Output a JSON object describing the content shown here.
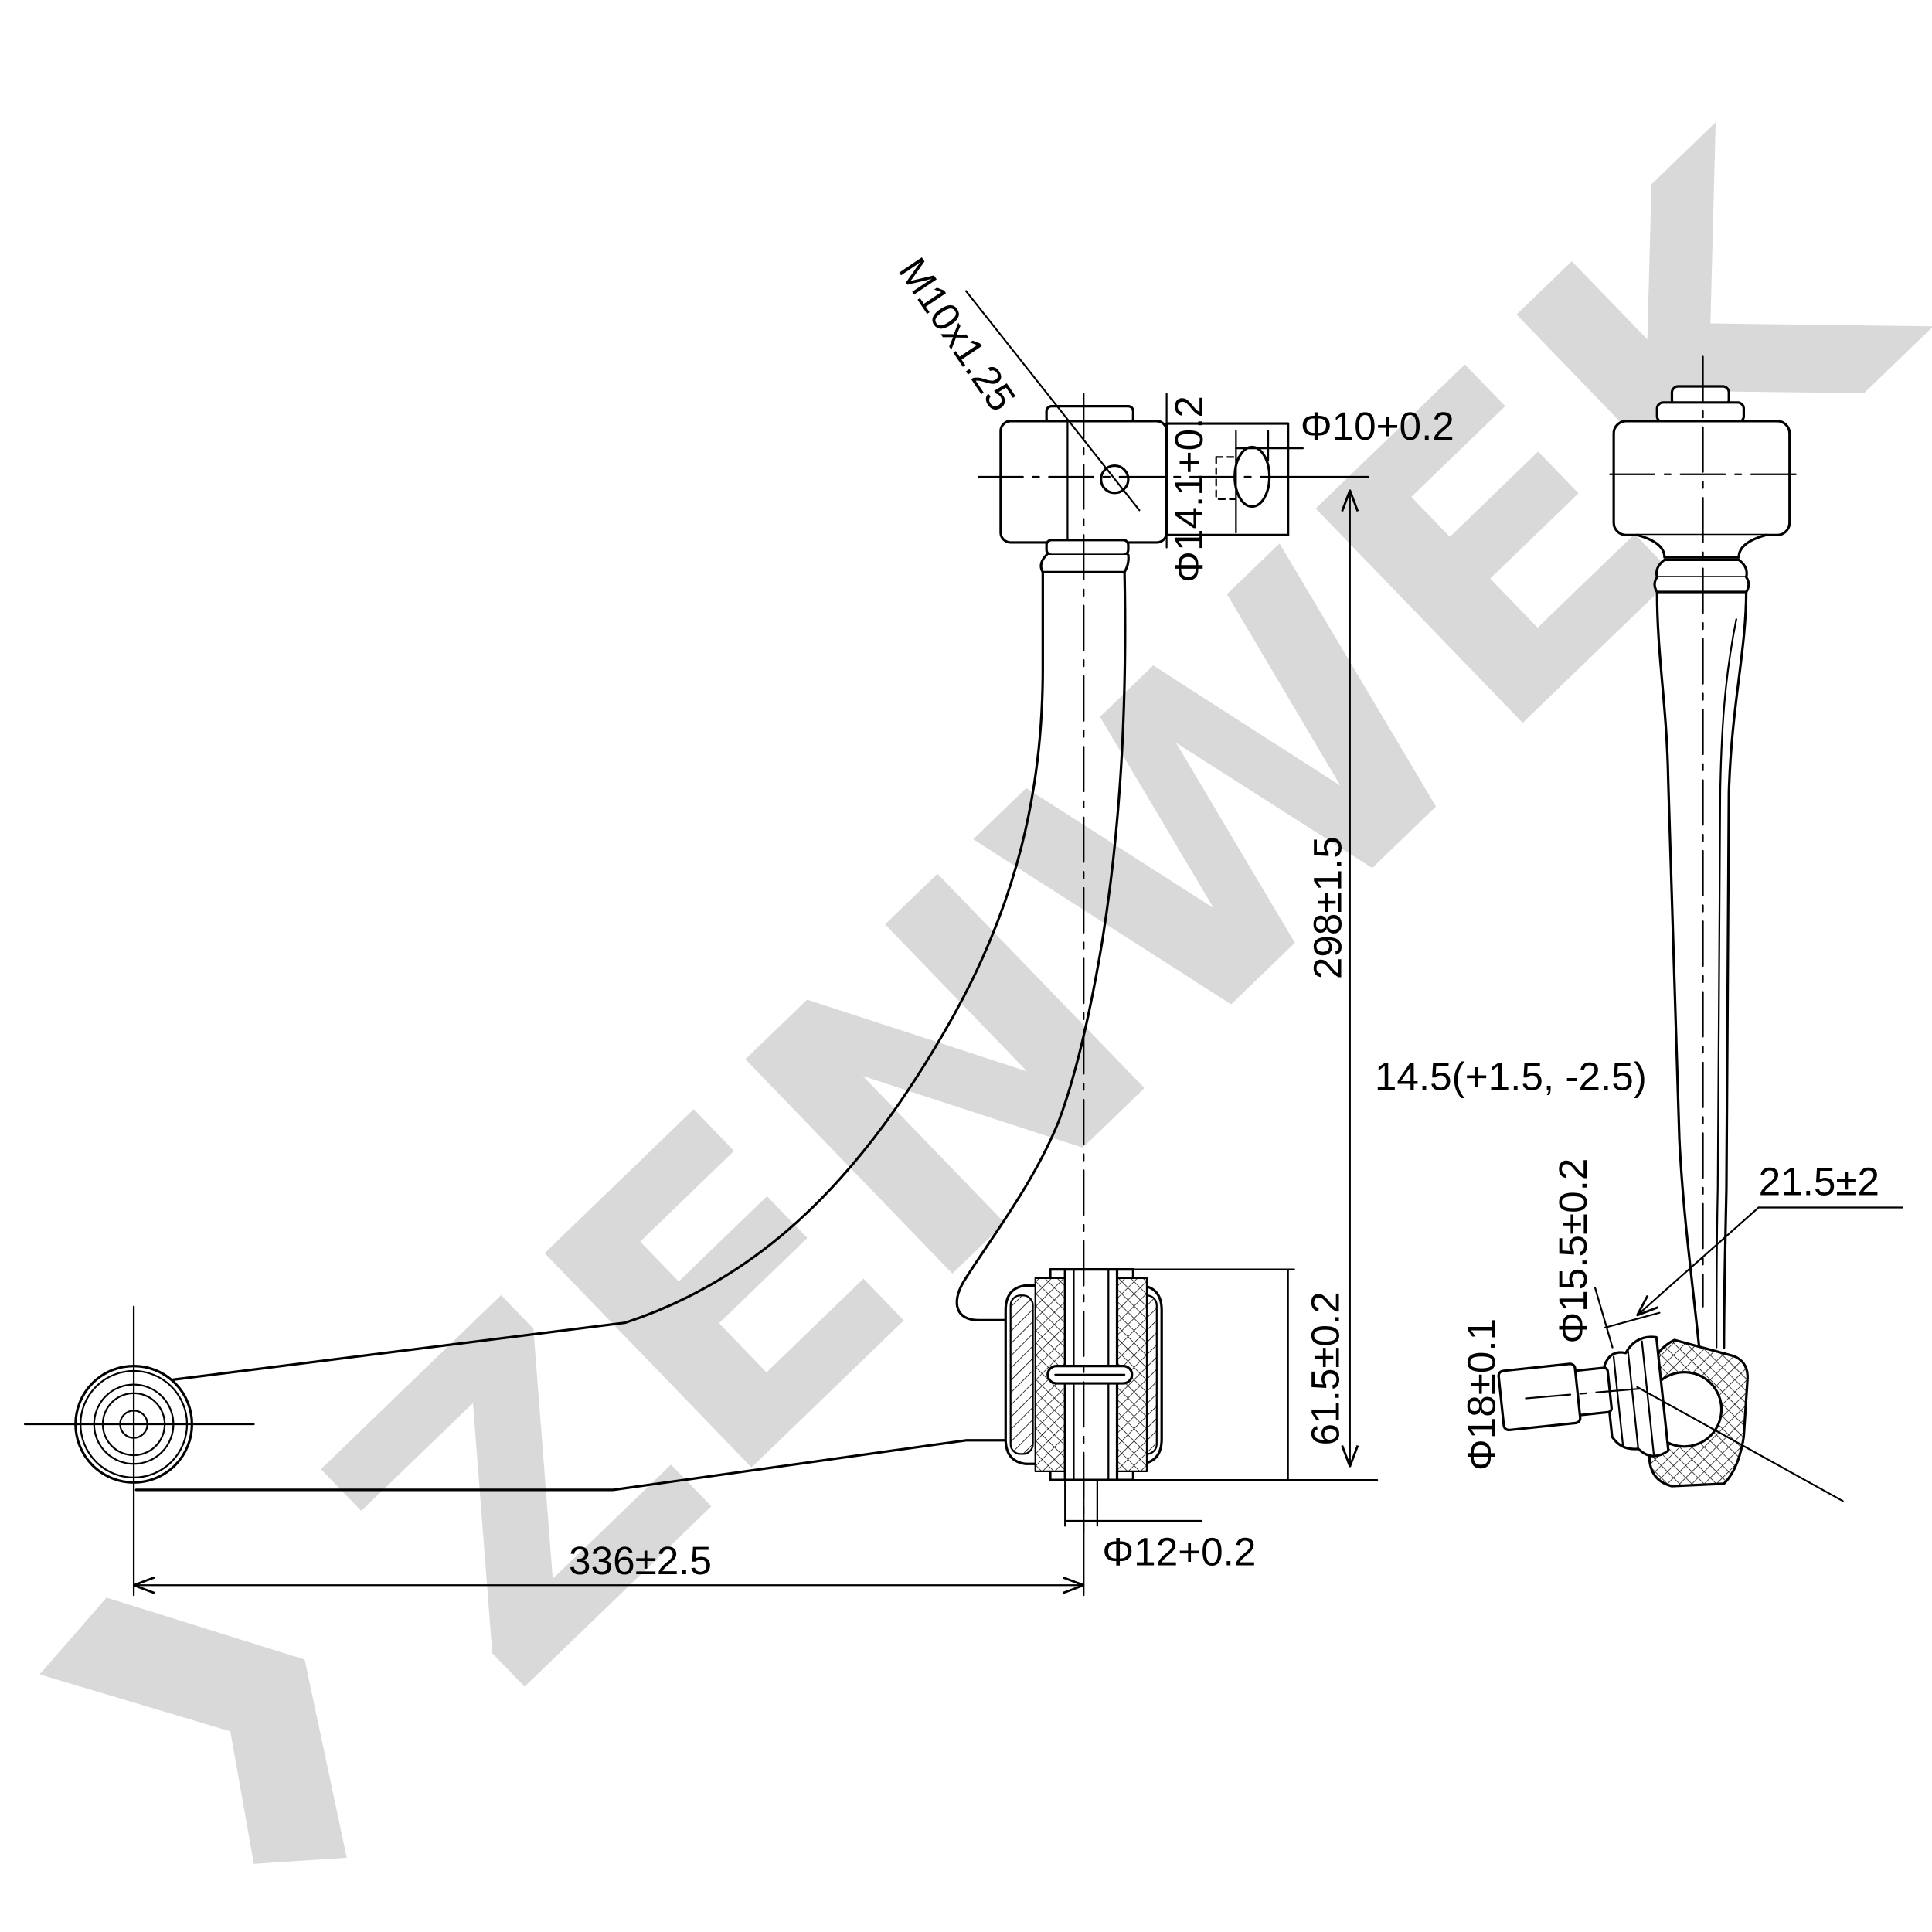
{
  "watermark": "ZENWEK",
  "colors": {
    "line": "#000000",
    "watermark": "#d9d9d9",
    "background": "#ffffff"
  },
  "labels": {
    "thread": "M10x1.25",
    "flange_bore": "Φ14.1+0.2",
    "slot_bore": "Φ10+0.2",
    "height": "298±1.5",
    "offset": "14.5(+1.5, -2.5)",
    "ball_offset": "21.5±2",
    "boot_diameter": "Φ15.5±0.2",
    "stud_diameter": "Φ18±0.1",
    "bushing_width": "61.5±0.2",
    "bushing_bore": "Φ12+0.2",
    "length": "336±2.5"
  }
}
